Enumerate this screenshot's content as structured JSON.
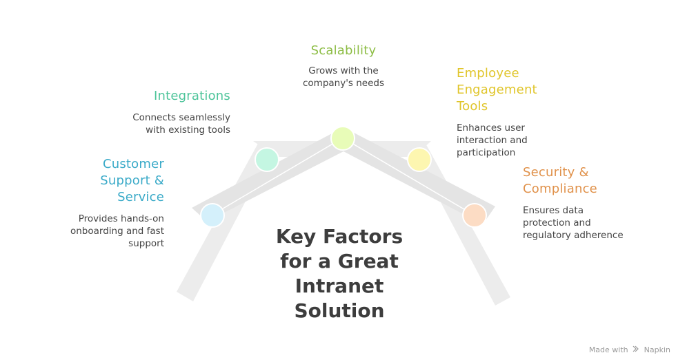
{
  "diagram": {
    "title": "Key Factors for a Great Intranet Solution",
    "title_lines": [
      "Key Factors",
      "for a Great",
      "Intranet",
      "Solution"
    ],
    "title_color": "#3d3d3d",
    "track_color": "#e6e6e6",
    "factors": [
      {
        "name": "Customer Support & Service",
        "title_lines": [
          "Customer",
          "Support &",
          "Service"
        ],
        "description_lines": [
          "Provides hands-on",
          "onboarding and fast",
          "support"
        ],
        "color": "#3aaac8",
        "node_color": "#d4f0fb"
      },
      {
        "name": "Integrations",
        "title_lines": [
          "Integrations"
        ],
        "description_lines": [
          "Connects seamlessly",
          "with existing tools"
        ],
        "color": "#4dc49a",
        "node_color": "#c4f6e2"
      },
      {
        "name": "Scalability",
        "title_lines": [
          "Scalability"
        ],
        "description_lines": [
          "Grows with the",
          "company's needs"
        ],
        "color": "#8dbd45",
        "node_color": "#e8fcb8"
      },
      {
        "name": "Employee Engagement Tools",
        "title_lines": [
          "Employee",
          "Engagement",
          "Tools"
        ],
        "description_lines": [
          "Enhances user",
          "interaction and",
          "participation"
        ],
        "color": "#e0c52a",
        "node_color": "#fdf6b0"
      },
      {
        "name": "Security & Compliance",
        "title_lines": [
          "Security &",
          "Compliance"
        ],
        "description_lines": [
          "Ensures data",
          "protection and",
          "regulatory adherence"
        ],
        "color": "#e0914a",
        "node_color": "#fcdcc4"
      }
    ]
  },
  "footer": {
    "made_with": "Made with",
    "logo_icon": "napkin-logo-icon",
    "brand": "Napkin"
  }
}
